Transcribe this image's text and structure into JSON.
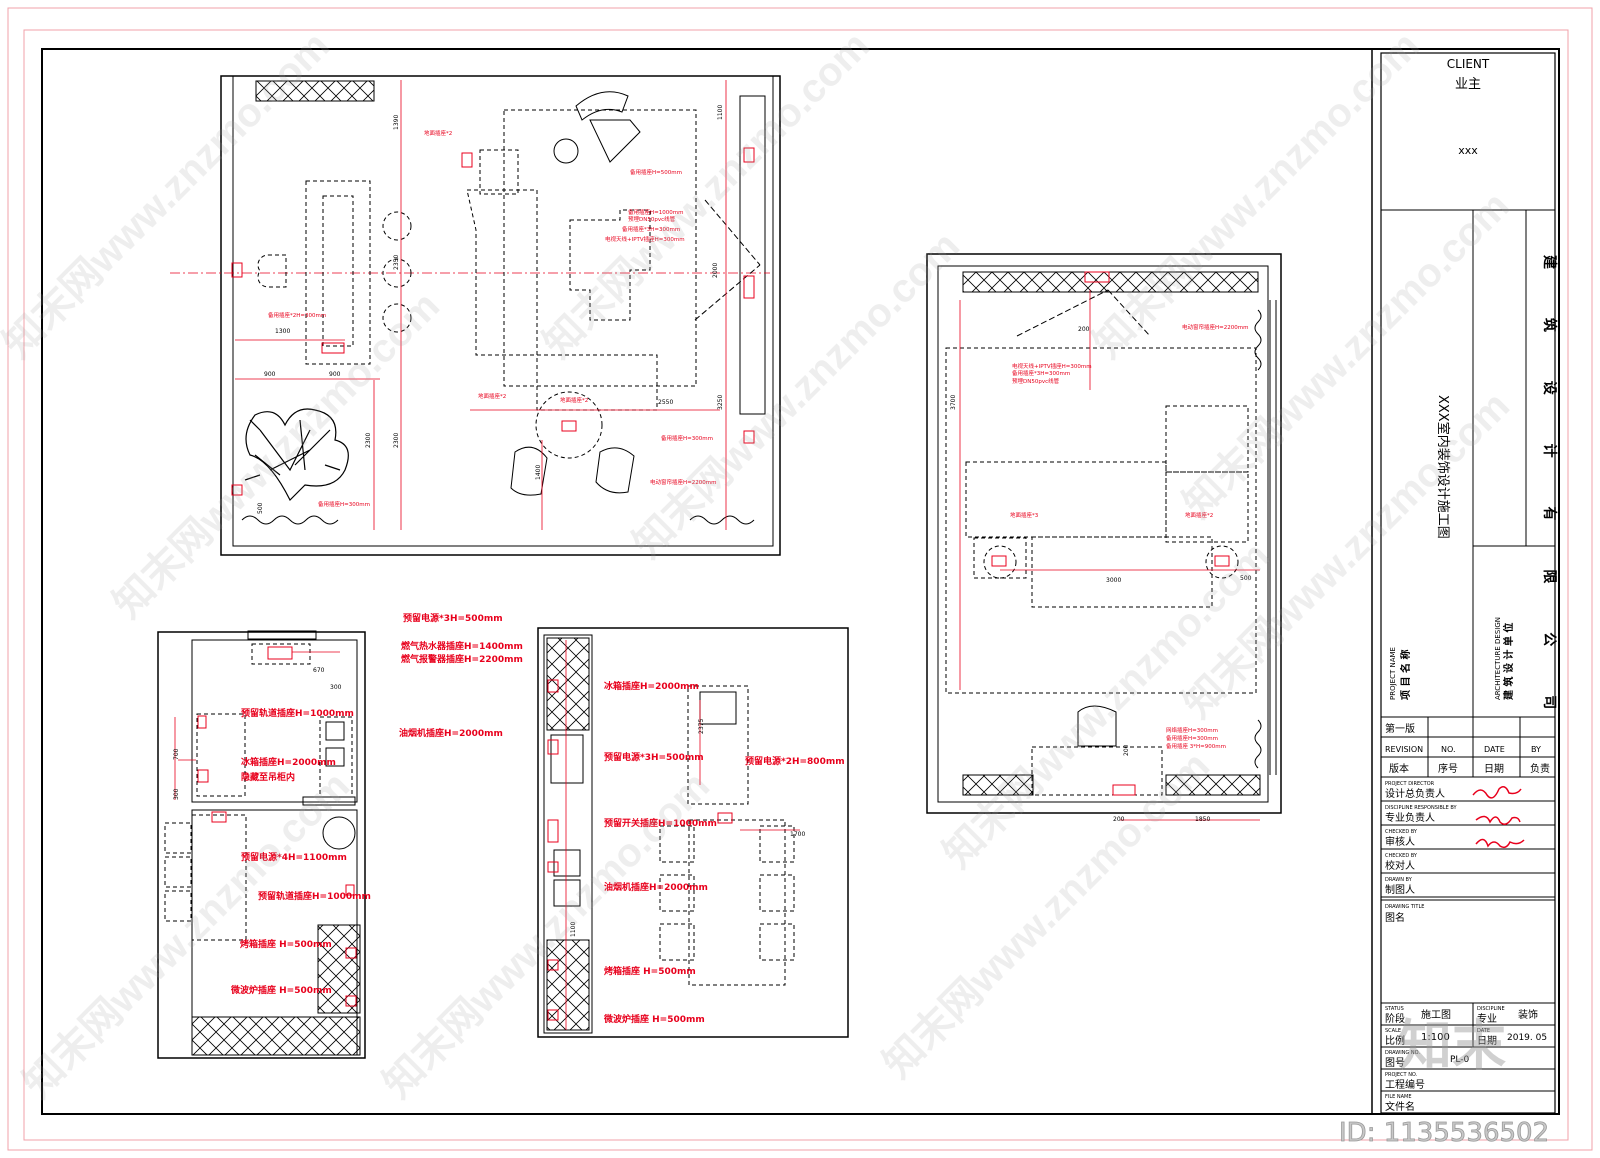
{
  "title_block": {
    "client_en": "CLIENT",
    "client_cn": "业主",
    "client_value": "xxx",
    "company": "建 筑 设 计 有 限 公 司",
    "architecture_design_en": "ARCHITECTURE DESIGN",
    "architecture_design_cn": "建 筑 设 计 单 位",
    "project_title": "XXX室内装饰设计施工图",
    "project_name_en": "PROJECT NAME",
    "project_name_cn": "项 目 名 称",
    "edition": "第一版",
    "revision_headers_en": [
      "REVISION",
      "NO.",
      "DATE",
      "BY"
    ],
    "revision_headers_cn": [
      "版本",
      "序号",
      "日期",
      "负责"
    ],
    "roles": [
      {
        "en": "PROJECT DIRECTOR",
        "cn": "设计总负责人"
      },
      {
        "en": "DISCIPLINE RESPONSIBLE BY",
        "cn": "专业负责人"
      },
      {
        "en": "CHECKED BY",
        "cn": "审核人"
      },
      {
        "en": "CHECKED BY",
        "cn": "校对人"
      },
      {
        "en": "DRAWN BY",
        "cn": "制图人"
      }
    ],
    "drawing_title_en": "DRAWING TITLE",
    "drawing_title_cn": "图名",
    "status_en": "STATUS",
    "status_cn": "阶段",
    "status_value": "施工图",
    "discipline_en": "DISCIPLINE",
    "discipline_cn": "专业",
    "discipline_value": "装饰",
    "scale_en": "SCALE",
    "scale_cn": "比例",
    "scale_value": "1:100",
    "date_en": "DATE",
    "date_cn": "日期",
    "date_value": "2019. 05",
    "drawing_no_en": "DRAWING NO.",
    "drawing_no_cn": "图号",
    "drawing_no_value": "PL-0",
    "project_no_en": "PROJECT NO.",
    "project_no_cn": "工程编号",
    "file_name_en": "FILE NAME",
    "file_name_cn": "文件名"
  },
  "living_plan": {
    "labels": [
      "地面插座*2",
      "备用插座H=500mm",
      "备用插座H=1000mm",
      "预埋DN50pvc线管",
      "备用插座*3H=300mm",
      "电视天线+IPTV插座H=300mm",
      "备用插座*2H=300mm",
      "地面插座*2",
      "地面插座*2",
      "备用插座H=300mm",
      "电动窗帘插座H=2200mm",
      "备用插座H=300mm"
    ],
    "dims": [
      "1390",
      "1100",
      "2350",
      "2000",
      "1300",
      "900",
      "900",
      "2550",
      "3250",
      "2300",
      "2300",
      "1400",
      "500"
    ]
  },
  "bedroom_plan": {
    "labels": [
      "电动窗帘插座H=2200mm",
      "电视天线+IPTV插座H=300mm",
      "备用插座*3H=300mm",
      "预埋DN50pvc线管",
      "地面插座*3",
      "地面插座*2",
      "网络插座H=300mm",
      "备用插座H=300mm",
      "备用插座 3*H=900mm"
    ],
    "dims": [
      "3700",
      "3000",
      "500",
      "200",
      "1850",
      "200",
      "200"
    ]
  },
  "kitchen_plan_a": {
    "labels": [
      "预留电源*3H=500mm",
      "燃气热水器插座H=1400mm",
      "燃气报警器插座H=2200mm",
      "预留轨道插座H=1000mm",
      "油烟机插座H=2000mm",
      "冰箱插座H=2000mm",
      "隐藏至吊柜内",
      "预留电源*4H=1100mm",
      "预留轨道插座H=1000mm",
      "烤箱插座 H=500mm",
      "微波炉插座 H=500mm"
    ],
    "dims": [
      "670",
      "700",
      "300",
      "300"
    ]
  },
  "kitchen_plan_b": {
    "labels": [
      "冰箱插座H=2000mm",
      "预留电源*3H=500mm",
      "预留开关插座H=1000mm",
      "油烟机插座H=2000mm",
      "烤箱插座 H=500mm",
      "微波炉插座 H=500mm",
      "预留电源*2H=800mm"
    ],
    "dims": [
      "1700",
      "2375",
      "1100"
    ]
  },
  "watermark": {
    "text": "知末网www.znzmo.com",
    "logo_text": "知末",
    "id_text": "ID: 1135536502"
  },
  "colors": {
    "annotation_red": "#e8001c",
    "line_black": "#000000",
    "border_pink": "#f2a0a8"
  }
}
